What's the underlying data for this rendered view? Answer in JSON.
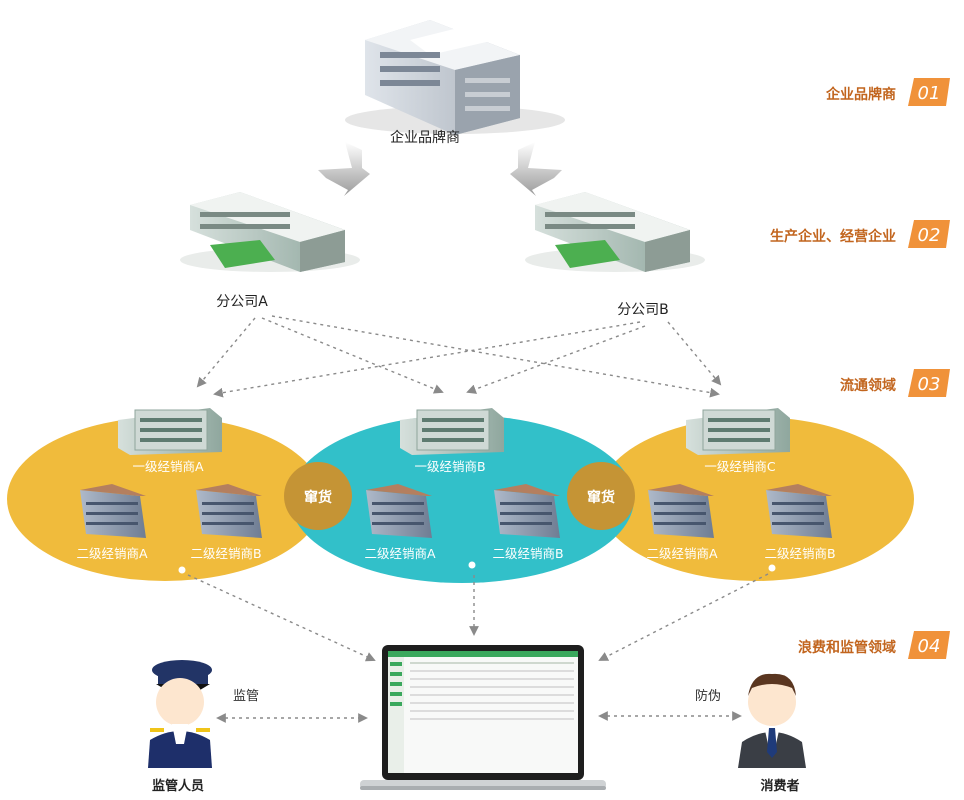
{
  "colors": {
    "accent_orange": "#f0923a",
    "stage_text": "#c2651e",
    "ellipse_yellow": "#f0bb3c",
    "ellipse_teal": "#32c0c9",
    "overlap": "#c59435",
    "arrow_gray": "#8a8a8a"
  },
  "stages": [
    {
      "label": "企业品牌商",
      "num": "01"
    },
    {
      "label": "生产企业、经营企业",
      "num": "02"
    },
    {
      "label": "流通领域",
      "num": "03"
    },
    {
      "label": "浪费和监管领域",
      "num": "04"
    }
  ],
  "hq": {
    "label": "企业品牌商"
  },
  "branches": [
    {
      "label": "分公司A"
    },
    {
      "label": "分公司B"
    }
  ],
  "dealers": [
    {
      "level1": "一级经销商A",
      "level2": [
        "二级经销商A",
        "二级经销商B"
      ]
    },
    {
      "level1": "一级经销商B",
      "level2": [
        "二级经销商A",
        "二级经销商B"
      ]
    },
    {
      "level1": "一级经销商C",
      "level2": [
        "二级经销商A",
        "二级经销商B"
      ]
    }
  ],
  "cross_goods": [
    "窜货",
    "窜货"
  ],
  "supervisor": {
    "label": "监管人员",
    "action": "监管",
    "icon": "police-officer-icon"
  },
  "consumer": {
    "label": "消费者",
    "action": "防伪",
    "icon": "businessman-icon"
  }
}
